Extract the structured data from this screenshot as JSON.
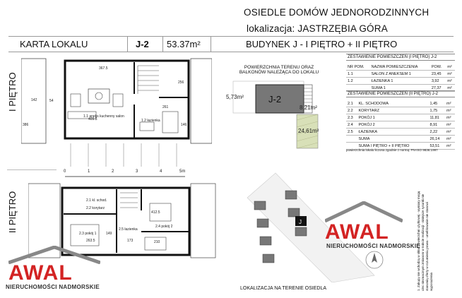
{
  "header": {
    "line1": "OSIEDLE DOMÓW JEDNORODZINNYCH",
    "line2": "lokalizacja: JASTRZĘBIA GÓRA"
  },
  "topbar": {
    "karta": "KARTA LOKALU",
    "unit": "J-2",
    "area": "53.37m²",
    "building": "BUDYNEK J - I PIĘTRO + II PIĘTRO"
  },
  "floors": {
    "first": "I PIĘTRO",
    "second": "II PIĘTRO"
  },
  "plan1": {
    "room1_label": "1.1  aneks kuchenny\n salon",
    "room2_label": "1.2  łazienka",
    "dims": [
      "367.5",
      "261",
      "409.5",
      "256",
      "146",
      "386",
      "142",
      "54"
    ]
  },
  "plan2": {
    "labels": [
      "2.1 kl. schod.",
      "2.2 korytarz",
      "2.3 pokój 1",
      "2.4 pokój 2",
      "2.5 łazienka"
    ],
    "dims": [
      "263.5",
      "412.5",
      "173",
      "210",
      "149"
    ]
  },
  "scale": {
    "ticks": [
      "0",
      "1",
      "2",
      "3",
      "4",
      "5m"
    ]
  },
  "terrain": {
    "title": "POWIERZCHNIA TERENU ORAZ\nBALKONÓW NALEŻĄCA DO LOKALU",
    "left_area": "5,73m²",
    "right_area": "8,21m²",
    "bottom_area": "24,61m²",
    "unit": "J-2"
  },
  "table1": {
    "title": "ZESTAWIENIE POMIESZCZEŃ (I PIĘTRO) J-2",
    "head": [
      "NR POM.",
      "NAZWA POMIESZCZENIA",
      "POW.",
      "m²"
    ],
    "rows": [
      [
        "1.1",
        "SALON Z ANEKSEM 1",
        "23,45",
        "m²"
      ],
      [
        "1.2",
        "ŁAZIENKA 1",
        "3,92",
        "m²"
      ],
      [
        "",
        "SUMA 1",
        "27,37",
        "m²"
      ]
    ]
  },
  "table2": {
    "title": "ZESTAWIENIE POMIESZCZEŃ (II PIĘTRO) J-2",
    "rows": [
      [
        "2.1",
        "KL. SCHODOWA",
        "1,45",
        "m²"
      ],
      [
        "2.2",
        "KORYTARZ",
        "1,75",
        "m²"
      ],
      [
        "2.3",
        "POKÓJ 1",
        "11,81",
        "m²"
      ],
      [
        "2.4",
        "POKÓJ 2",
        "8,91",
        "m²"
      ],
      [
        "2.5",
        "ŁAZIENKA",
        "2,22",
        "m²"
      ],
      [
        "",
        "SUMA",
        "26,14",
        "m²"
      ],
      [
        "",
        "SUMA  I PIĘTRO + II PIĘTRO",
        "53,51",
        "m²"
      ]
    ],
    "note": "powierzchnia lokalu liczona zgodnie z normą: PN-ISO 9836:1997"
  },
  "logo": {
    "name": "AWAL",
    "sub": "NIERUCHOMOŚCI NADMORSKIE"
  },
  "location": {
    "caption": "LOKALIZACJA NA TERENIE OSIEDLA",
    "marker": "J"
  },
  "disclaimer": "1. Zakupy nie wchodzą w skład powierzchni użytkowej - wymiary mogą ulec nieznacznym zmianom w trakcie realizacji - niniejsze rysunki nie stanowią oferty w rozumieniu prawa - umeblowanie nie stanowi wyposażenia",
  "colors": {
    "brand_red": "#d32323",
    "terrain_green": "#d8e0b8"
  }
}
